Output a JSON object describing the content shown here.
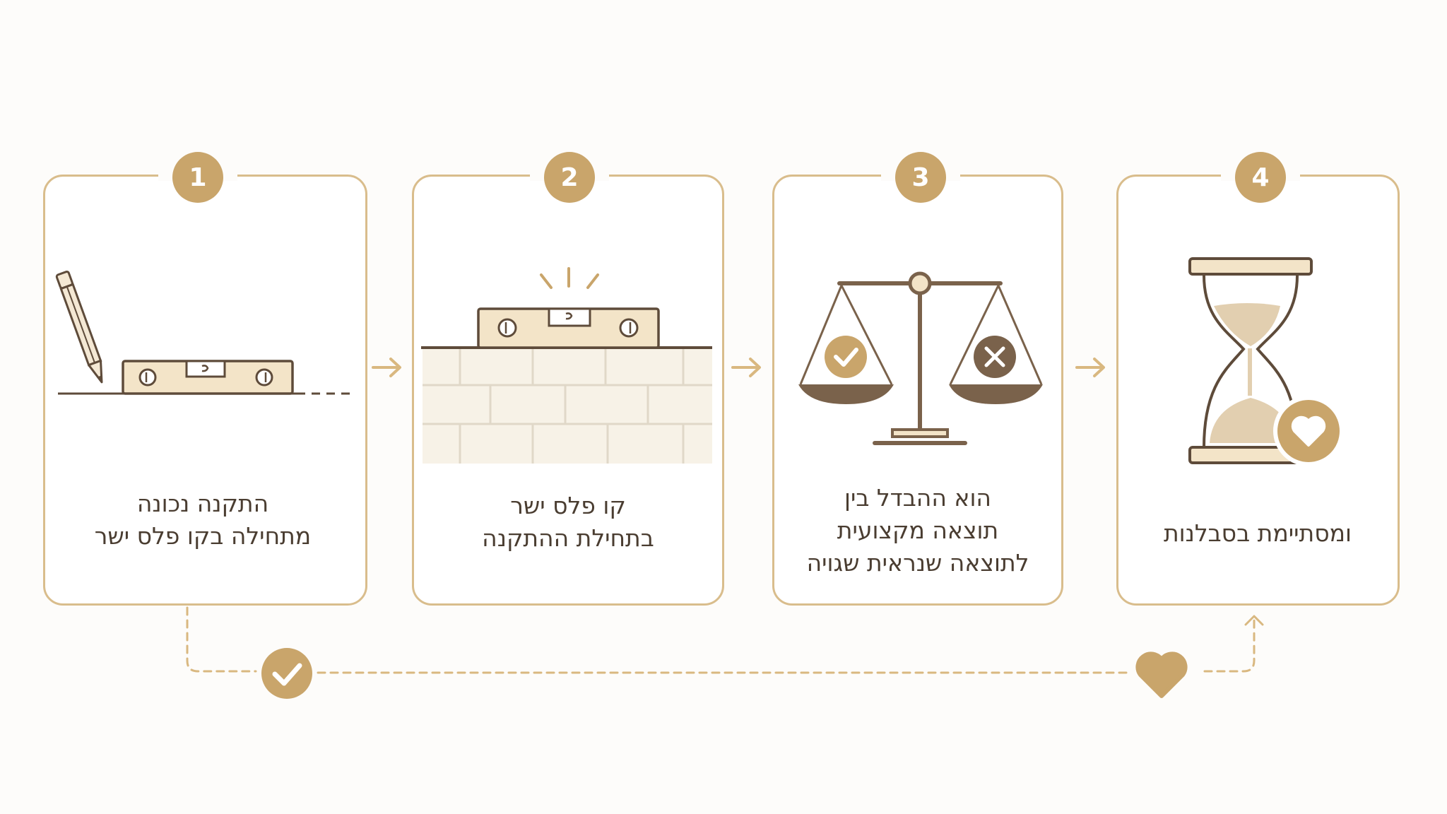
{
  "steps": [
    {
      "number": "1",
      "lines": [
        "התקנה נכונה",
        "מתחילה בקו פלס ישר"
      ],
      "icon": "pencil-and-spirit-level-icon"
    },
    {
      "number": "2",
      "lines": [
        "קו פלס ישר",
        "בתחילת ההתקנה"
      ],
      "icon": "spirit-level-on-tile-wall-icon"
    },
    {
      "number": "3",
      "lines": [
        "הוא ההבדל בין",
        "תוצאה מקצועית",
        "לתוצאה שנראית שגויה"
      ],
      "icon": "balance-scale-icon"
    },
    {
      "number": "4",
      "lines": [
        "ומסתיימת בסבלנות"
      ],
      "icon": "hourglass-with-heart-icon"
    }
  ],
  "connector": {
    "left_icon": "check-circle-icon",
    "right_icon": "heart-icon"
  },
  "colors": {
    "accent": "#c9a56b",
    "card_border": "#d9bd8c",
    "dark_line": "#5e4b3a",
    "scale_brown": "#7a624b",
    "text": "#4a3d31",
    "tile_fill": "#f7f2e7"
  }
}
